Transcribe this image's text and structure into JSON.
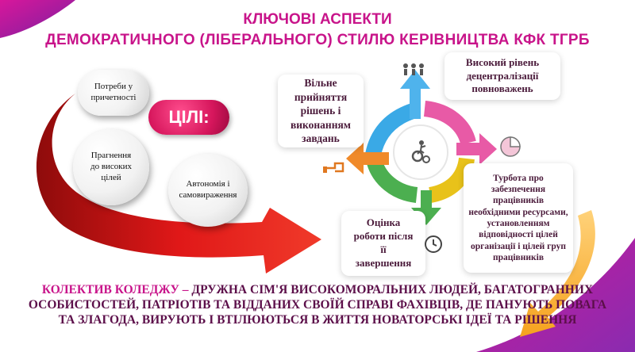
{
  "title": {
    "line1": "КЛЮЧОВІ АСПЕКТИ",
    "line2": "ДЕМОКРАТИЧНОГО (ЛІБЕРАЛЬНОГО)  СТИЛЮ  КЕРІВНИЦТВА КФК ТГРБ"
  },
  "goals": {
    "label": "ЦІЛІ:",
    "items": [
      "Потреби у причетності",
      "Прагнення до високих цілей",
      "Автономія і самовираження"
    ]
  },
  "cycle": {
    "free_decisions": "Вільне прийняття рішень і виконанням завдань",
    "decentralization": "Високий рівень децентралізації повноважень",
    "care": "Турбота про забезпечення працівників необхідними ресурсами, установленням відповідності цілей організації і цілей груп працівників",
    "evaluation": "Оцінка роботи після її завершення"
  },
  "motto": {
    "lead": "КОЛЕКТИВ КОЛЕДЖУ –",
    "text": "ДРУЖНА СІМ'Я ВИСОКОМОРАЛЬНИХ ЛЮДЕЙ, БАГАТОГРАННИХ ОСОБИСТОСТЕЙ, ПАТРІОТІВ ТА ВІДДАНИХ СВОЇЙ СПРАВІ ФАХІВЦІВ, ДЕ ПАНУЮТЬ ПОВАГА ТА ЗЛАГОДА, ВИРУЮТЬ І ВТІЛЮЮТЬСЯ В ЖИТТЯ НОВАТОРСЬКІ ІДЕЇ ТА РІШЕННЯ"
  },
  "colors": {
    "title": "#c8148a",
    "accent_pink": "#e0309a",
    "arrow_red": "#d41414",
    "cycle_blue": "#3aa9e6",
    "cycle_orange": "#f08a2a",
    "cycle_green": "#4caf50",
    "cycle_pink": "#e85aa6"
  }
}
